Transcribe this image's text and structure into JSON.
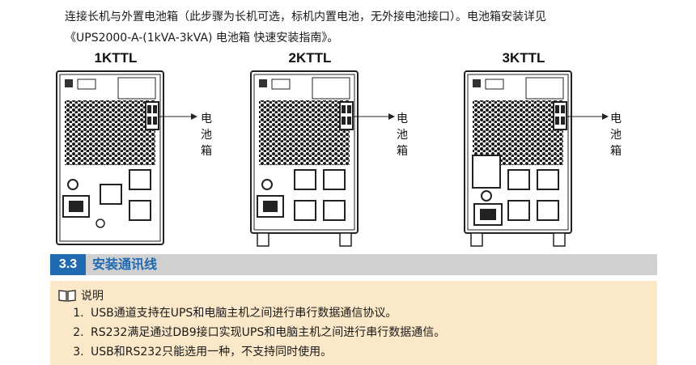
{
  "intro": {
    "line1": "连接长机与外置电池箱（此步骤为长机可选，标机内置电池，无外接电池接口）。电池箱安装详见",
    "line2": "《UPS2000-A-(1kVA-3kVA) 电池箱 快速安装指南》。"
  },
  "figures": [
    {
      "model": "1KTTL",
      "battery_label": "电池箱"
    },
    {
      "model": "2KTTL",
      "battery_label": "电池箱"
    },
    {
      "model": "3KTTL",
      "battery_label": "电池箱"
    }
  ],
  "section": {
    "number": "3.3",
    "title": "安装通讯线"
  },
  "note": {
    "heading": "说明",
    "items": [
      "USB通道支持在UPS和电脑主机之间进行串行数据通信协议。",
      "RS232满足通过DB9接口实现UPS和电脑主机之间进行串行数据通信。",
      "USB和RS232只能选用一种，不支持同时使用。"
    ]
  },
  "colors": {
    "section_accent": "#1f6ab0",
    "section_bar": "#d0d0d0",
    "note_bg": "#fbe8c8"
  },
  "icons": {
    "note": "book-icon"
  }
}
